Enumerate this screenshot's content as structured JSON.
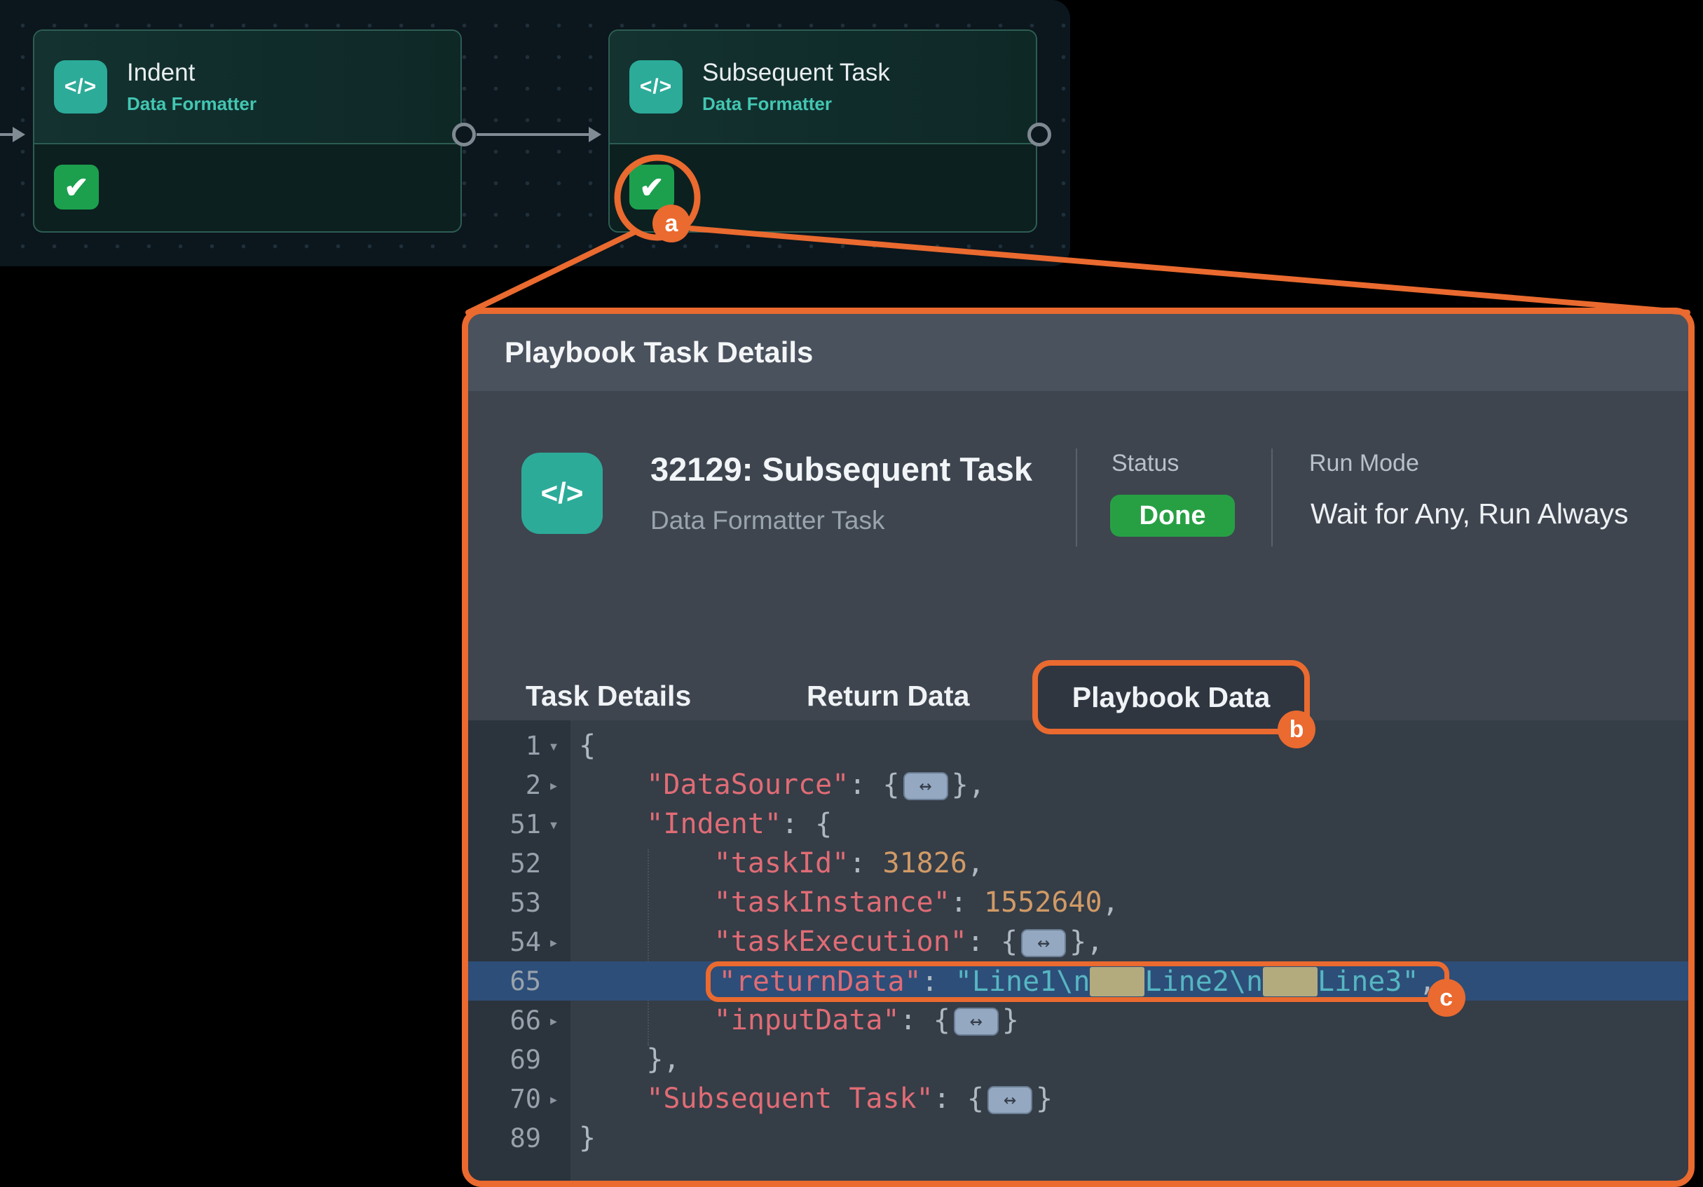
{
  "canvas": {
    "code_icon_glyph": "</>",
    "check_glyph": "✔",
    "nodes": [
      {
        "title": "Indent",
        "subtitle": "Data Formatter"
      },
      {
        "title": "Subsequent Task",
        "subtitle": "Data Formatter"
      }
    ]
  },
  "annotations": {
    "a": "a",
    "b": "b",
    "c": "c"
  },
  "modal": {
    "title": "Playbook Task Details",
    "task": {
      "icon_glyph": "</>",
      "title": "32129: Subsequent Task",
      "subtitle": "Data Formatter Task",
      "status_label": "Status",
      "status_value": "Done",
      "run_mode_label": "Run Mode",
      "run_mode_value": "Wait for Any, Run Always"
    },
    "tabs": [
      {
        "label": "Task Details",
        "active": false
      },
      {
        "label": "Return Data",
        "active": false
      },
      {
        "label": "Playbook Data",
        "active": true
      }
    ],
    "editor": {
      "collapsed_glyph": "↔",
      "fold_open_glyph": "▾",
      "fold_closed_glyph": "▸",
      "lines": [
        {
          "num": "1",
          "fold": "open",
          "tokens": [
            {
              "t": "p",
              "v": "{"
            }
          ]
        },
        {
          "num": "2",
          "fold": "closed",
          "tokens": [
            {
              "t": "p",
              "v": "    "
            },
            {
              "t": "k",
              "v": "\"DataSource\""
            },
            {
              "t": "p",
              "v": ": {"
            },
            {
              "t": "c"
            },
            {
              "t": "p",
              "v": "},"
            }
          ]
        },
        {
          "num": "51",
          "fold": "open",
          "tokens": [
            {
              "t": "p",
              "v": "    "
            },
            {
              "t": "k",
              "v": "\"Indent\""
            },
            {
              "t": "p",
              "v": ": {"
            }
          ]
        },
        {
          "num": "52",
          "tokens": [
            {
              "t": "p",
              "v": "        "
            },
            {
              "t": "k",
              "v": "\"taskId\""
            },
            {
              "t": "p",
              "v": ": "
            },
            {
              "t": "n",
              "v": "31826"
            },
            {
              "t": "p",
              "v": ","
            }
          ]
        },
        {
          "num": "53",
          "tokens": [
            {
              "t": "p",
              "v": "        "
            },
            {
              "t": "k",
              "v": "\"taskInstance\""
            },
            {
              "t": "p",
              "v": ": "
            },
            {
              "t": "n",
              "v": "1552640"
            },
            {
              "t": "p",
              "v": ","
            }
          ]
        },
        {
          "num": "54",
          "fold": "closed",
          "tokens": [
            {
              "t": "p",
              "v": "        "
            },
            {
              "t": "k",
              "v": "\"taskExecution\""
            },
            {
              "t": "p",
              "v": ": {"
            },
            {
              "t": "c"
            },
            {
              "t": "p",
              "v": "},"
            }
          ]
        },
        {
          "num": "65",
          "highlight": true,
          "outline_from": 1,
          "tokens": [
            {
              "t": "p",
              "v": "        "
            },
            {
              "t": "k",
              "v": "\"returnData\""
            },
            {
              "t": "p",
              "v": ": "
            },
            {
              "t": "s",
              "v": "\"Line1\\n"
            },
            {
              "t": "w"
            },
            {
              "t": "s",
              "v": "Line2\\n"
            },
            {
              "t": "w"
            },
            {
              "t": "s",
              "v": "Line3\""
            },
            {
              "t": "p",
              "v": ","
            }
          ]
        },
        {
          "num": "66",
          "fold": "closed",
          "tokens": [
            {
              "t": "p",
              "v": "        "
            },
            {
              "t": "k",
              "v": "\"inputData\""
            },
            {
              "t": "p",
              "v": ": {"
            },
            {
              "t": "c"
            },
            {
              "t": "p",
              "v": "}"
            }
          ]
        },
        {
          "num": "69",
          "tokens": [
            {
              "t": "p",
              "v": "    },"
            }
          ]
        },
        {
          "num": "70",
          "fold": "closed",
          "tokens": [
            {
              "t": "p",
              "v": "    "
            },
            {
              "t": "k",
              "v": "\"Subsequent Task\""
            },
            {
              "t": "p",
              "v": ": {"
            },
            {
              "t": "c"
            },
            {
              "t": "p",
              "v": "}"
            }
          ]
        },
        {
          "num": "89",
          "tokens": [
            {
              "t": "p",
              "v": "}"
            }
          ]
        }
      ]
    }
  },
  "colors": {
    "accent_orange": "#ea6a2f",
    "status_green": "#27a044",
    "node_teal": "#2cab99",
    "highlight_row_blue": "#2d4e78",
    "whitespace_tan": "#b3aa7e"
  }
}
